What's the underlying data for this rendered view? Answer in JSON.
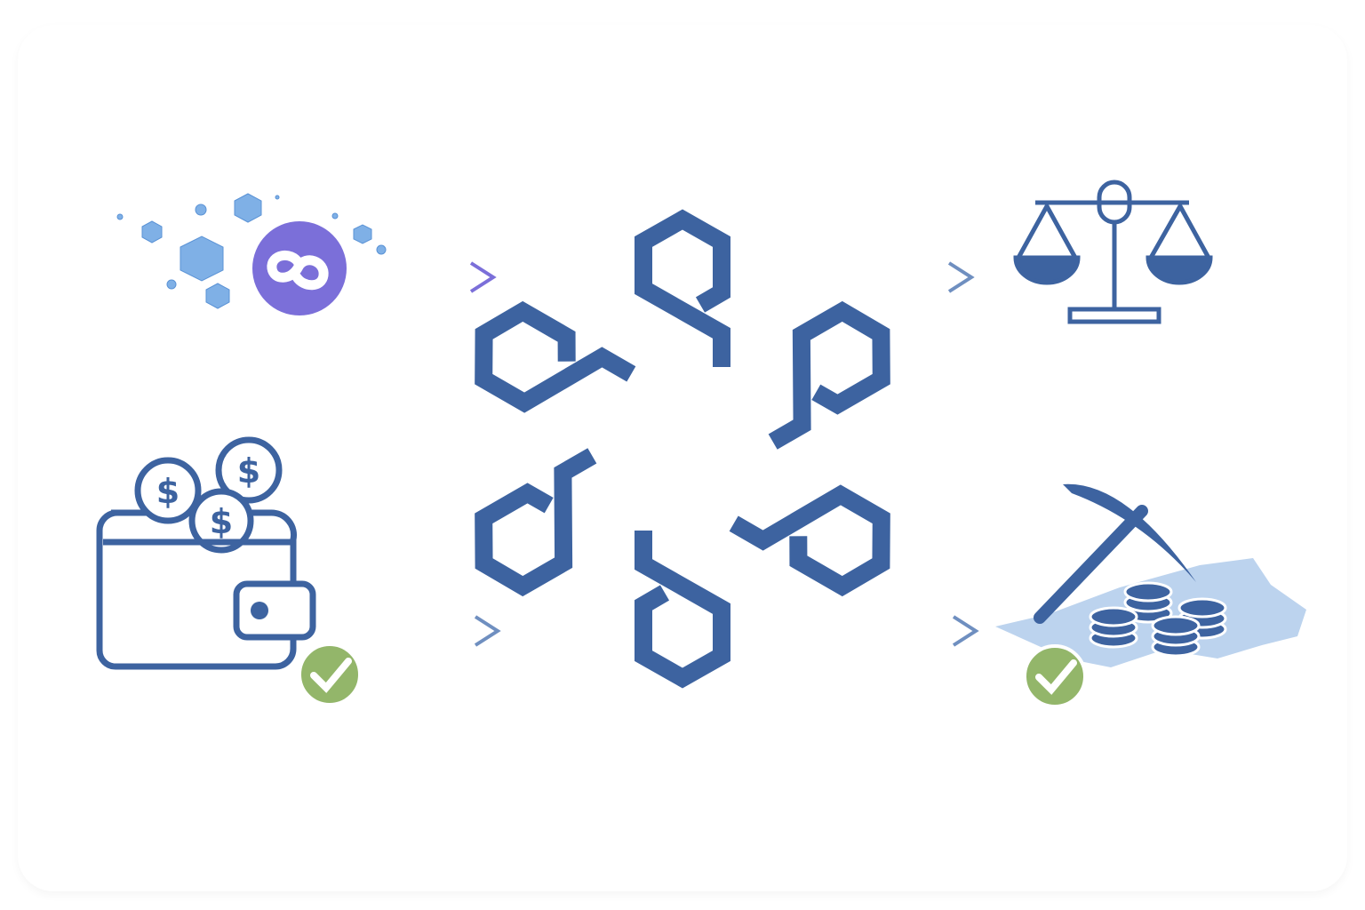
{
  "colors": {
    "primary": "#3d63a0",
    "accent_purple": "#7b6fd9",
    "cube_blue": "#7fb0e6",
    "check_green": "#93b66a",
    "rubble": "#bcd3ee",
    "arrow": "#6f8fc0"
  },
  "nodes": [
    {
      "id": "blockchain-link",
      "icon": "cubes-with-link-icon"
    },
    {
      "id": "wallet",
      "icon": "wallet-with-coins-icon",
      "verified": true
    },
    {
      "id": "center",
      "icon": "interlocking-hexagon-network-icon"
    },
    {
      "id": "governance",
      "icon": "balance-scale-icon"
    },
    {
      "id": "mining",
      "icon": "pickaxe-with-coins-icon",
      "verified": true
    }
  ],
  "edges": [
    {
      "from": "blockchain-link",
      "to": "center"
    },
    {
      "from": "wallet",
      "to": "center"
    },
    {
      "from": "center",
      "to": "governance"
    },
    {
      "from": "center",
      "to": "mining"
    }
  ]
}
